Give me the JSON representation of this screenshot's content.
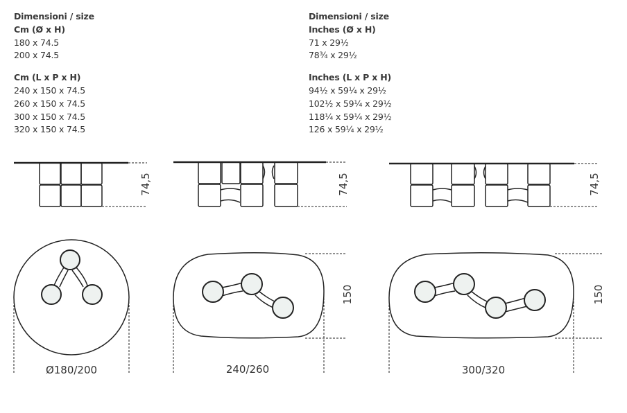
{
  "cm": {
    "heading": "Dimensioni / size",
    "round_title": "Cm (Ø x H)",
    "round_sizes": [
      "180 x 74.5",
      "200 x 74.5"
    ],
    "oval_title": "Cm (L x P x H)",
    "oval_sizes": [
      "240 x 150 x 74.5",
      "260 x 150 x 74.5",
      "300 x 150 x 74.5",
      "320 x 150 x 74.5"
    ]
  },
  "inches": {
    "heading": "Dimensioni / size",
    "round_title": "Inches (Ø x H)",
    "round_sizes": [
      "71 x 29½",
      "78¾ x 29½"
    ],
    "oval_title": "Inches (L x P x H)",
    "oval_sizes": [
      "94½ x 59¼ x 29½",
      "102½ x 59¼ x 29½",
      "118¼ x 59¼ x 29½",
      "126 x 59¼ x 29½"
    ]
  },
  "drawings": {
    "height_label": "74,5",
    "depth_label": "150",
    "round_label": "Ø180/200",
    "medium_label": "240/260",
    "large_label": "300/320"
  }
}
